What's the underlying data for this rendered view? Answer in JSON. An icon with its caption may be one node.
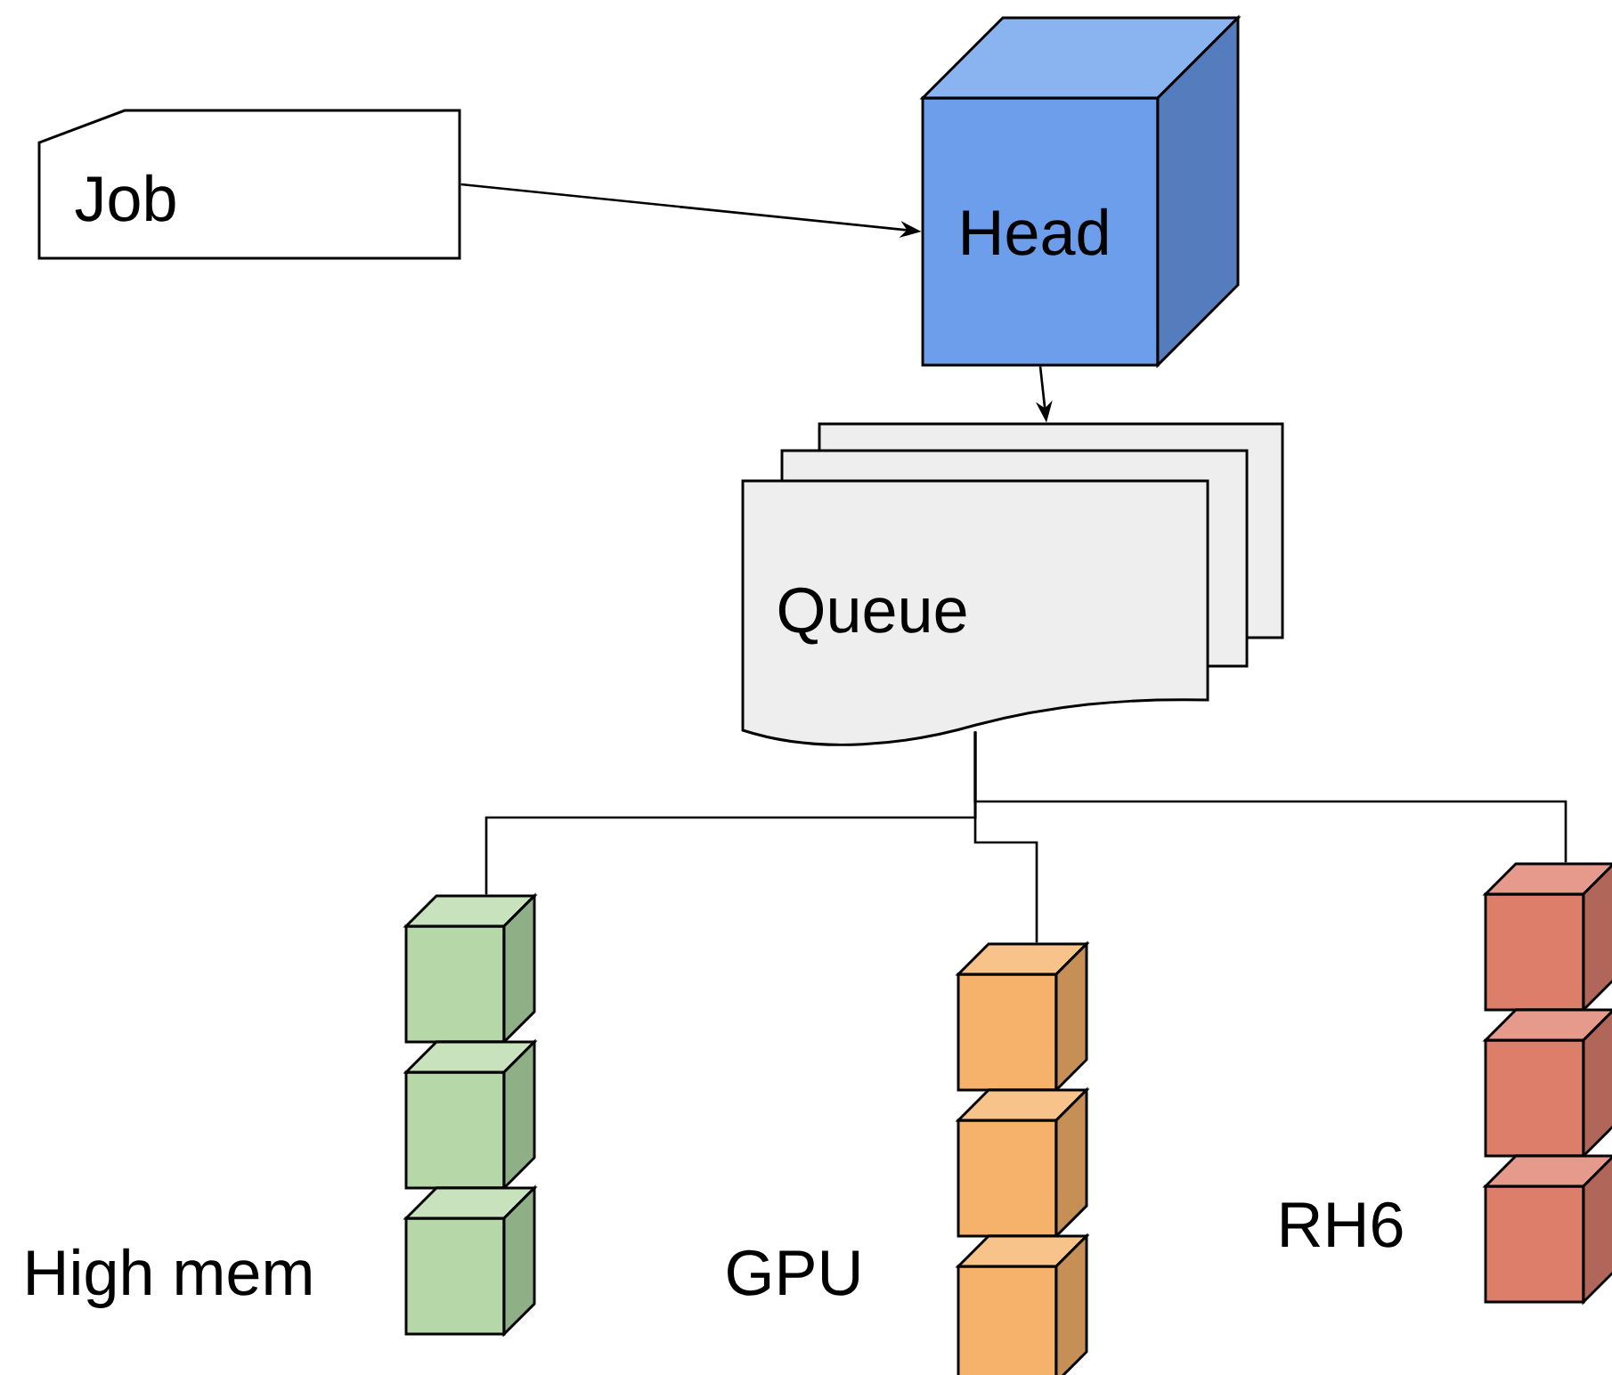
{
  "diagram": {
    "nodes": [
      {
        "text": [
          "Job"
        ]
      },
      {
        "text": [
          "Head"
        ]
      },
      {
        "text": [
          "Queue"
        ]
      },
      {
        "text": [],
        "shape": "cube",
        "beside": [
          "High mem"
        ]
      },
      {
        "text": [],
        "shape": "cube",
        "beside": [
          "GPU"
        ]
      },
      {
        "text": [],
        "shape": "cube",
        "beside": [
          "RH6"
        ]
      }
    ],
    "edges": [
      {
        "from": 0,
        "to": 1,
        "arrow": "to"
      },
      {
        "from": 1,
        "to": 2,
        "arrow": "to"
      },
      {
        "from": 2,
        "to": 3,
        "arrow": "none"
      },
      {
        "from": 2,
        "to": 4,
        "arrow": "none"
      },
      {
        "from": 2,
        "to": 5,
        "arrow": "none"
      }
    ]
  }
}
